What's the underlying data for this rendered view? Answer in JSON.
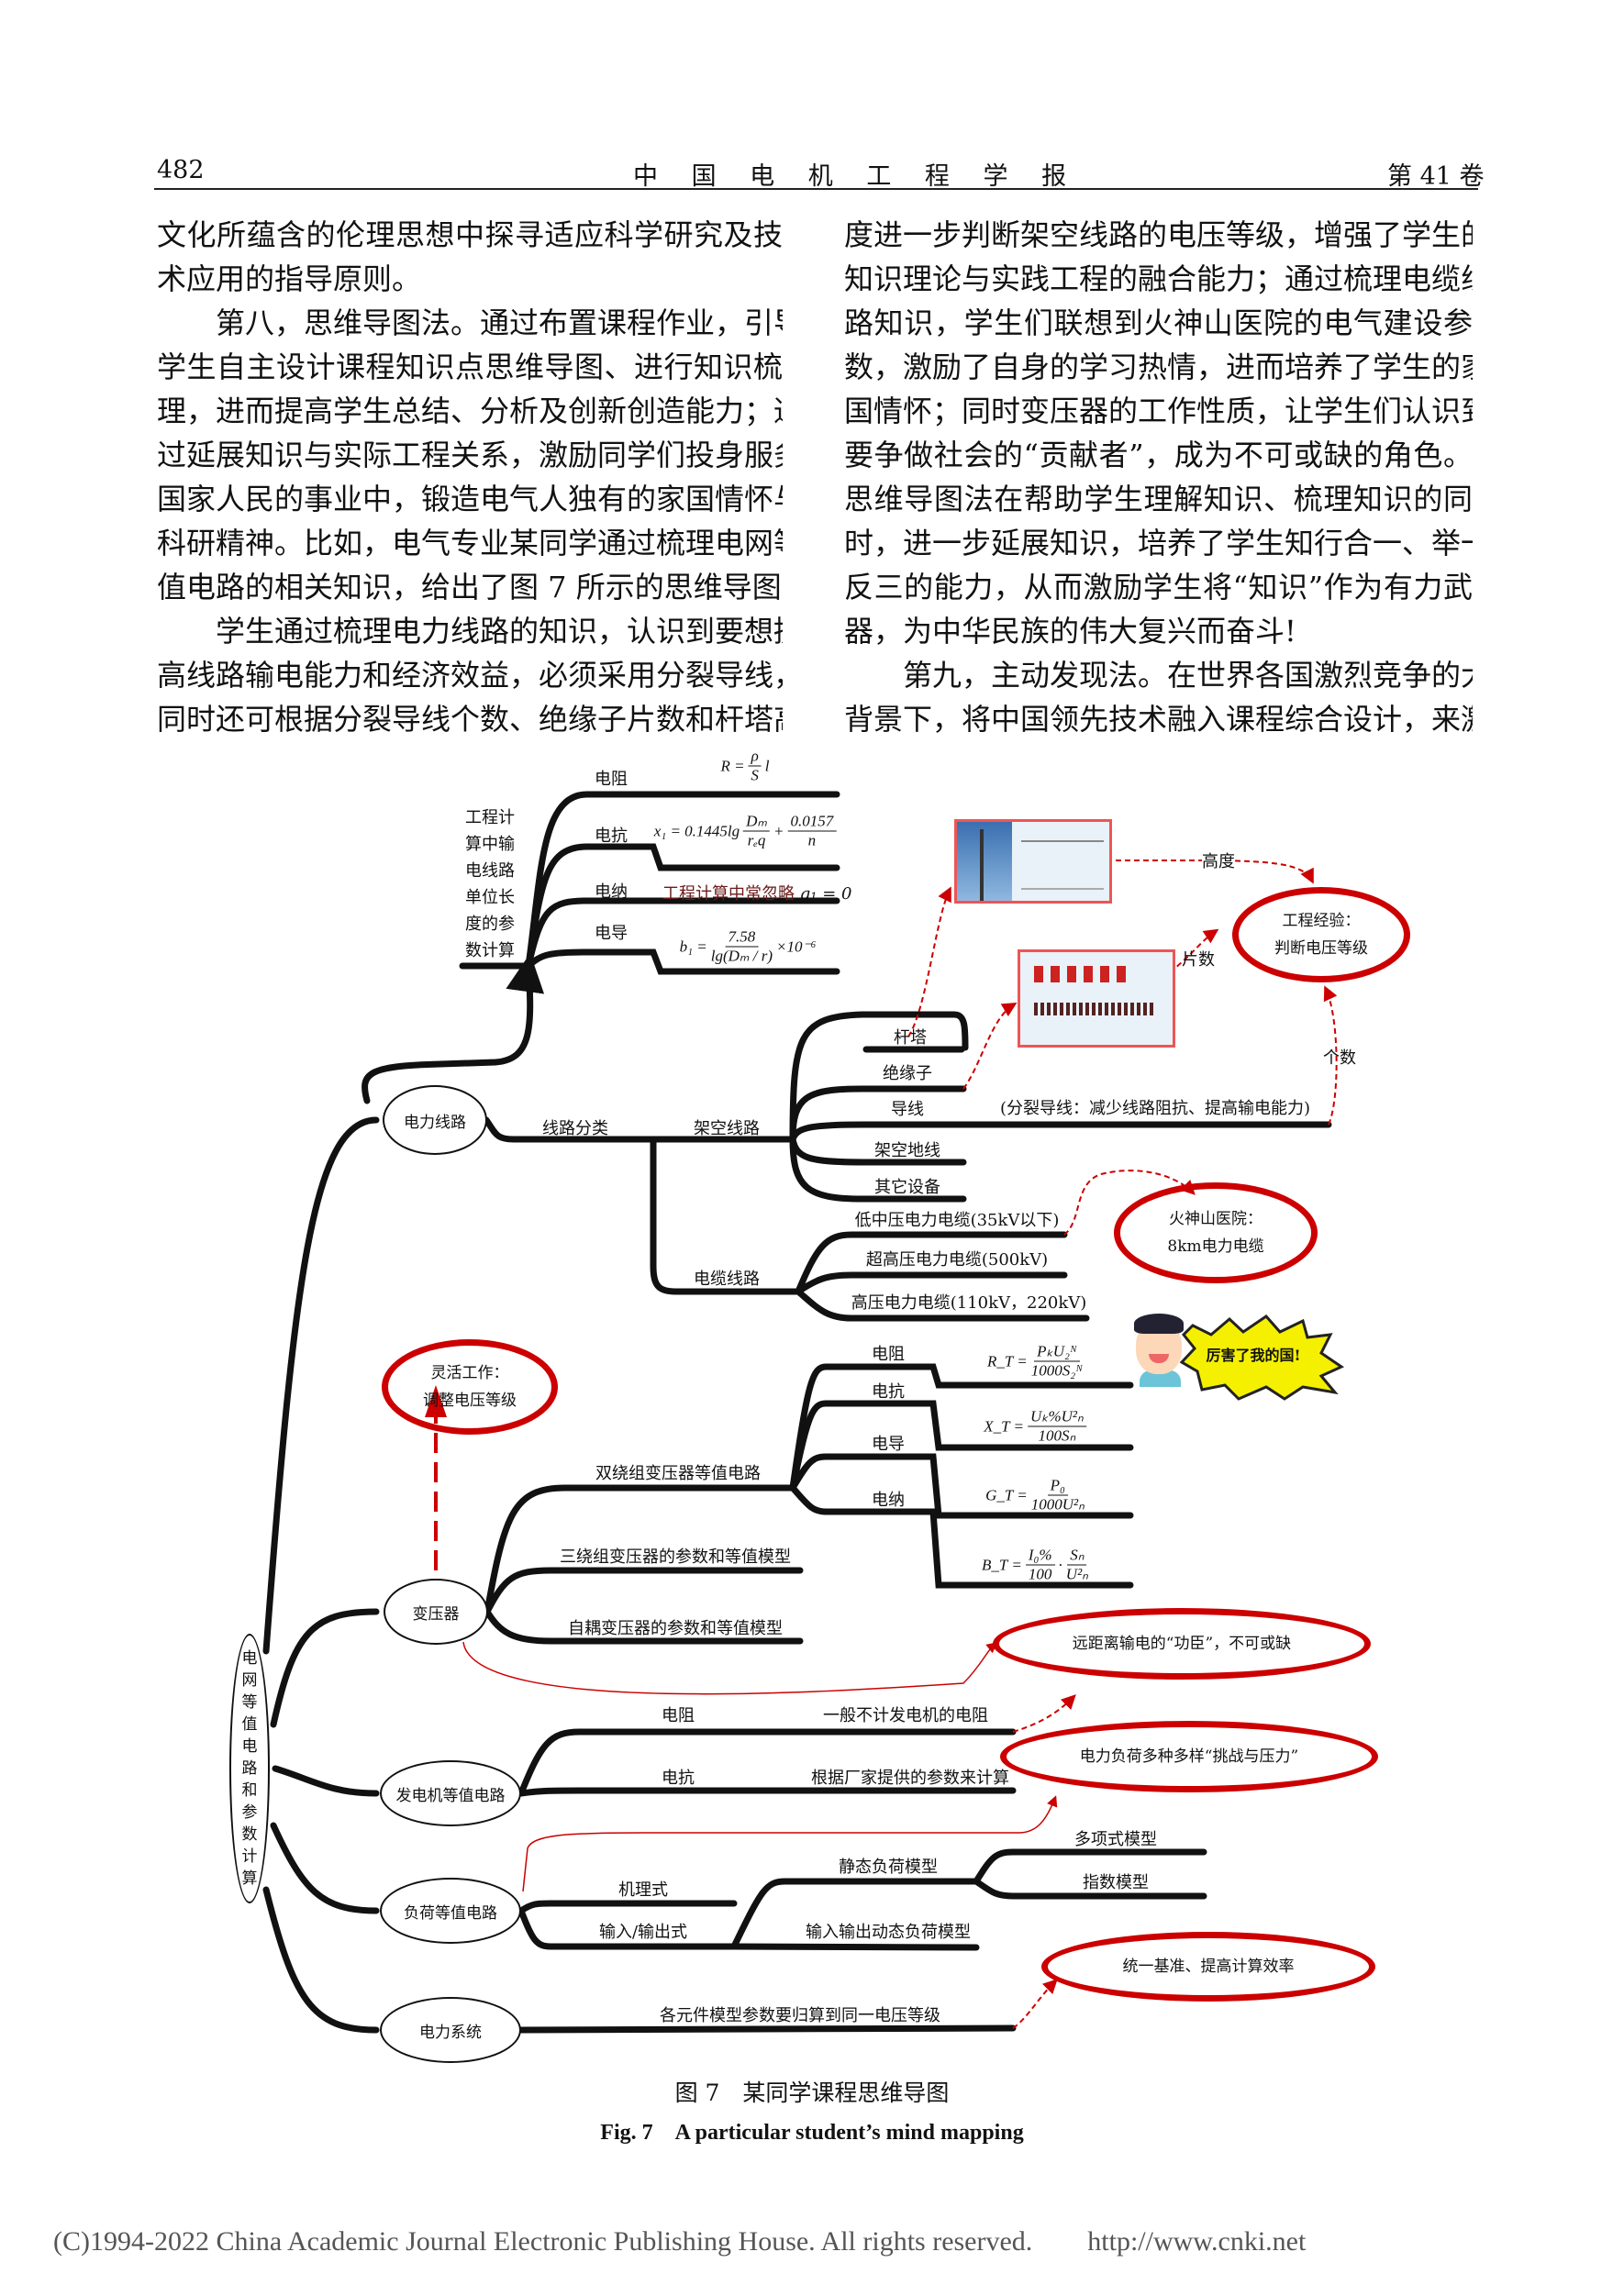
{
  "header": {
    "page_number": "482",
    "journal": "中 国 电 机 工 程 学 报",
    "volume": "第 41 卷"
  },
  "body": {
    "left_lines": [
      "文化所蕴含的伦理思想中探寻适应科学研究及技",
      "术应用的指导原则。",
      "第八，思维导图法。通过布置课程作业，引导",
      "学生自主设计课程知识点思维导图、进行知识梳",
      "理，进而提高学生总结、分析及创新创造能力；通",
      "过延展知识与实际工程关系，激励同学们投身服务",
      "国家人民的事业中，锻造电气人独有的家国情怀与",
      "科研精神。比如，电气专业某同学通过梳理电网等",
      "值电路的相关知识，给出了图 7 所示的思维导图。",
      "学生通过梳理电力线路的知识，认识到要想提",
      "高线路输电能力和经济效益，必须采用分裂导线，",
      "同时还可根据分裂导线个数、绝缘子片数和杆塔高"
    ],
    "right_lines": [
      "度进一步判断架空线路的电压等级，增强了学生的",
      "知识理论与实践工程的融合能力；通过梳理电缆线",
      "路知识，学生们联想到火神山医院的电气建设参",
      "数，激励了自身的学习热情，进而培养了学生的家",
      "国情怀；同时变压器的工作性质，让学生们认识到",
      "要争做社会的“贡献者”，成为不可或缺的角色。",
      "思维导图法在帮助学生理解知识、梳理知识的同",
      "时，进一步延展知识，培养了学生知行合一、举一",
      "反三的能力，从而激励学生将“知识”作为有力武",
      "器，为中华民族的伟大复兴而奋斗!",
      "第九，主动发现法。在世界各国激烈竞争的大",
      "背景下，将中国领先技术融入课程综合设计，来激"
    ]
  },
  "mindmap": {
    "root": "电网等值电路和参数计算",
    "line": {
      "node": "电力线路",
      "param_title": "工程计算中输电线路单位长度的参数计算",
      "params": [
        "电阻",
        "电抗",
        "电纳",
        "电导"
      ],
      "note_conductance": "工程计算中常忽略",
      "classify": "线路分类",
      "overhead": "架空线路",
      "overhead_items": [
        "杆塔",
        "绝缘子",
        "导线",
        "架空地线",
        "其它设备"
      ],
      "bundled_note": "(分裂导线：减少线路阻抗、提高输电能力)",
      "cable": "电缆线路",
      "cable_items": [
        "低中压电力电缆(35kV以下)",
        "超高压电力电缆(500kV)",
        "高压电力电缆(110kV，220kV)"
      ],
      "tags": {
        "height": "高度",
        "pieces": "片数",
        "count": "个数"
      },
      "exp_bubble": [
        "工程经验：",
        "判断电压等级"
      ],
      "hospital_bubble": [
        "火神山医院：",
        "8km电力电缆"
      ]
    },
    "transformer": {
      "node": "变压器",
      "two_winding": "双绕组变压器等值电路",
      "three_winding": "三绕组变压器的参数和等值模型",
      "auto": "自耦变压器的参数和等值模型",
      "params": [
        "电阻",
        "电抗",
        "电导",
        "电纳"
      ],
      "flex_bubble": [
        "灵活工作：",
        "调整电压等级"
      ],
      "long_bubble": "远距离输电的“功臣”，不可或缺",
      "exclaim": "厉害了我的国!"
    },
    "generator": {
      "node": "发电机等值电路",
      "items": [
        {
          "label": "电阻",
          "note": "一般不计发电机的电阻"
        },
        {
          "label": "电抗",
          "note": "根据厂家提供的参数来计算"
        }
      ],
      "bubble": "电力负荷多种多样“挑战与压力”"
    },
    "load": {
      "node": "负荷等值电路",
      "mechanism": "机理式",
      "io": "输入/输出式",
      "static": "静态负荷模型",
      "dynamic": "输入输出动态负荷模型",
      "poly": "多项式模型",
      "exp": "指数模型"
    },
    "system": {
      "node": "电力系统",
      "note": "各元件模型参数要归算到同一电压等级",
      "bubble": "统一基准、提高计算效率"
    },
    "formulas": {
      "R": {
        "lhs": "R =",
        "num": "ρ",
        "den": "S",
        "rhs": "l"
      },
      "x1": {
        "lhs": "x₁ = 0.1445lg",
        "num": "Dₘ",
        "den": "rₑq",
        "plus": "+",
        "num2": "0.0157",
        "den2": "n"
      },
      "g1": "g₁ = 0",
      "b1": {
        "lhs": "b₁ =",
        "num": "7.58",
        "den": "lg(Dₘ / r)",
        "rhs": "×10⁻⁶"
      },
      "RT": {
        "lhs": "R_T =",
        "num": "PₖU₂ᴺ",
        "den": "1000S₂ᴺ"
      },
      "XT": {
        "lhs": "X_T =",
        "num": "Uₖ%U²ₙ",
        "den": "100Sₙ"
      },
      "GT": {
        "lhs": "G_T =",
        "num": "P₀",
        "den": "1000U²ₙ"
      },
      "BT": {
        "lhs": "B_T =",
        "num": "I₀%",
        "den": "100",
        "dot": "·",
        "num2": "Sₙ",
        "den2": "U²ₙ"
      }
    }
  },
  "caption": {
    "zh": "图 7　某同学课程思维导图",
    "en": "Fig. 7　A particular student’s mind mapping"
  },
  "footer": "(C)1994-2022 China Academic Journal Electronic Publishing House. All rights reserved.　　http://www.cnki.net",
  "colors": {
    "highlight": "#cc0000",
    "line": "#111111"
  }
}
